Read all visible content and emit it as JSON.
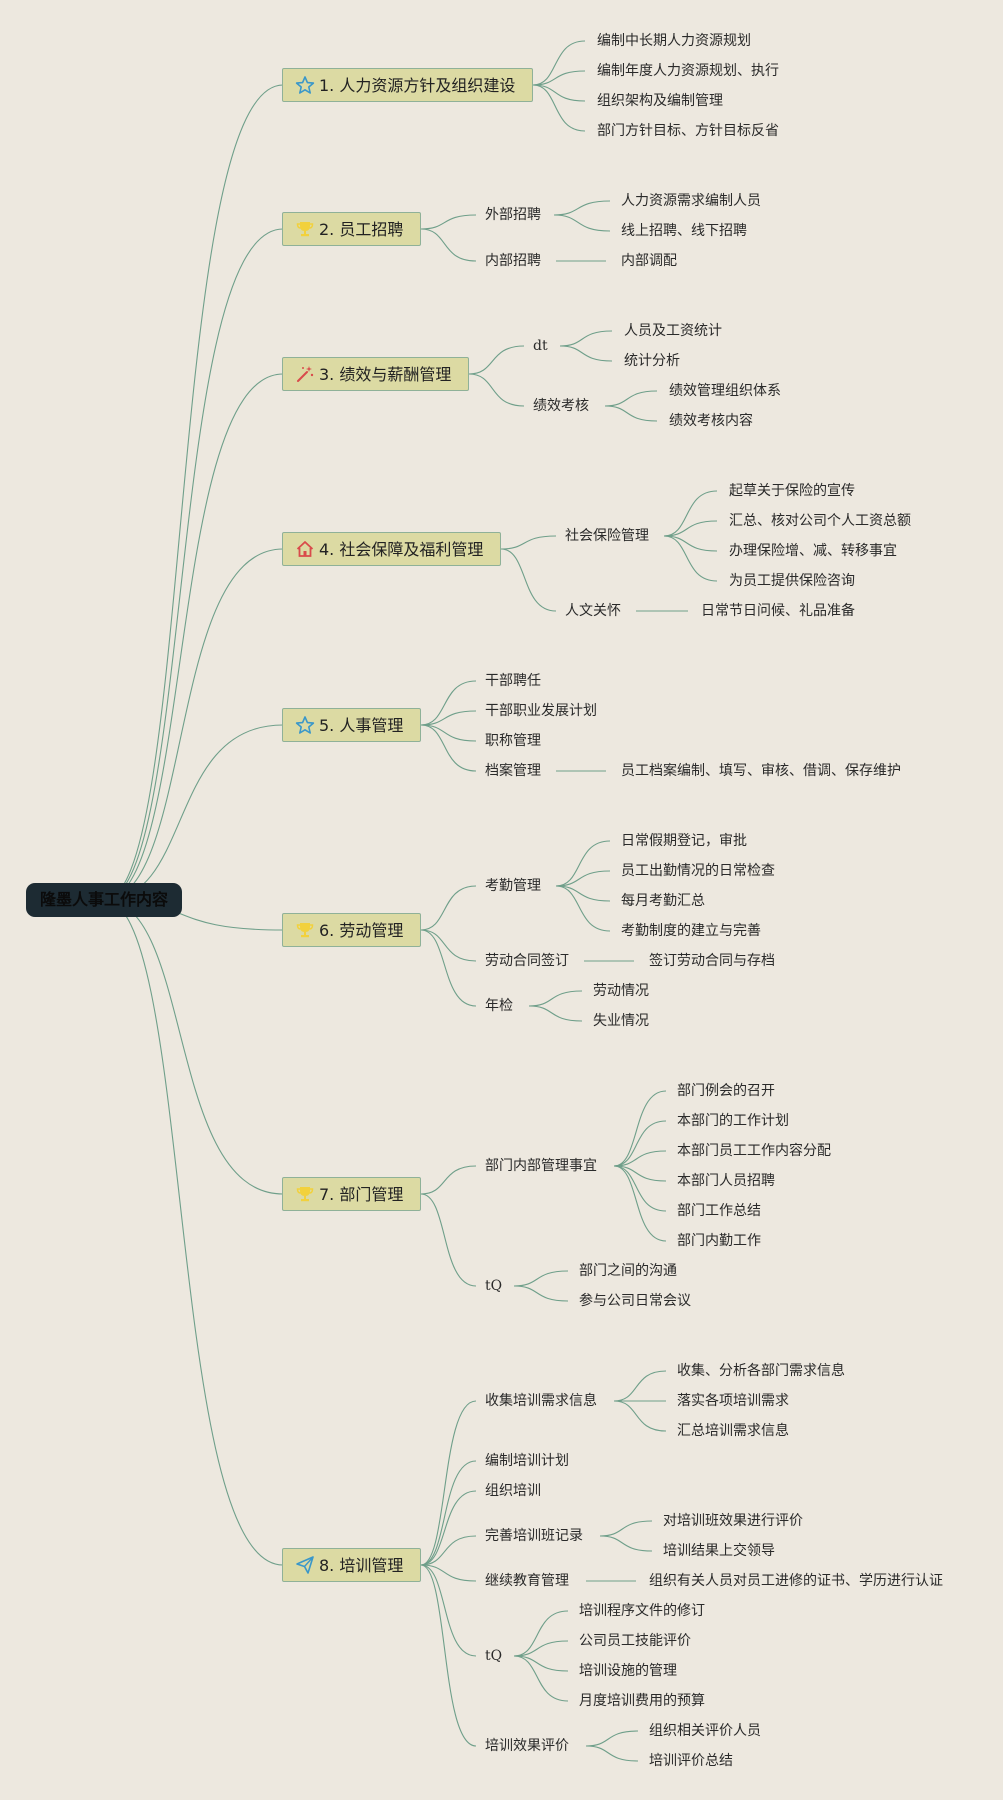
{
  "root": "隆墨人事工作内容",
  "branches": [
    {
      "label": "1. 人力资源方针及组织建设",
      "icon": "star-icon",
      "leaves": [
        "编制中长期人力资源规划",
        "编制年度人力资源规划、执行",
        "组织架构及编制管理",
        "部门方针目标、方针目标反省"
      ]
    },
    {
      "label": "2. 员工招聘",
      "icon": "trophy-icon",
      "subs": [
        {
          "label": "外部招聘",
          "leaves": [
            "人力资源需求编制人员",
            "线上招聘、线下招聘"
          ]
        },
        {
          "label": "内部招聘",
          "leaves": [
            "内部调配"
          ]
        }
      ]
    },
    {
      "label": "3. 绩效与薪酬管理",
      "icon": "magic-wand-icon",
      "subs": [
        {
          "label": "dt",
          "leaves": [
            "人员及工资统计",
            "统计分析"
          ]
        },
        {
          "label": "绩效考核",
          "leaves": [
            "绩效管理组织体系",
            "绩效考核内容"
          ]
        }
      ]
    },
    {
      "label": "4. 社会保障及福利管理",
      "icon": "home-icon",
      "subs": [
        {
          "label": "社会保险管理",
          "leaves": [
            "起草关于保险的宣传",
            "汇总、核对公司个人工资总额",
            "办理保险增、减、转移事宜",
            "为员工提供保险咨询"
          ]
        },
        {
          "label": "人文关怀",
          "leaves": [
            "日常节日问候、礼品准备"
          ]
        }
      ]
    },
    {
      "label": "5. 人事管理",
      "icon": "star-icon",
      "subs": [
        {
          "label": "干部聘任",
          "leaves": []
        },
        {
          "label": "干部职业发展计划",
          "leaves": []
        },
        {
          "label": "职称管理",
          "leaves": []
        },
        {
          "label": "档案管理",
          "leaves": [
            "员工档案编制、填写、审核、借调、保存维护"
          ]
        }
      ]
    },
    {
      "label": "6. 劳动管理",
      "icon": "trophy-icon",
      "subs": [
        {
          "label": "考勤管理",
          "leaves": [
            "日常假期登记，审批",
            "员工出勤情况的日常检查",
            "每月考勤汇总",
            "考勤制度的建立与完善"
          ]
        },
        {
          "label": "劳动合同签订",
          "leaves": [
            "签订劳动合同与存档"
          ]
        },
        {
          "label": "年检",
          "leaves": [
            "劳动情况",
            "失业情况"
          ]
        }
      ]
    },
    {
      "label": "7. 部门管理",
      "icon": "trophy-icon",
      "subs": [
        {
          "label": "部门内部管理事宜",
          "leaves": [
            "部门例会的召开",
            "本部门的工作计划",
            "本部门员工工作内容分配",
            "本部门人员招聘",
            "部门工作总结",
            "部门内勤工作"
          ]
        },
        {
          "label": "tQ",
          "leaves": [
            "部门之间的沟通",
            "参与公司日常会议"
          ]
        }
      ]
    },
    {
      "label": "8. 培训管理",
      "icon": "paper-plane-icon",
      "subs": [
        {
          "label": "收集培训需求信息",
          "leaves": [
            "收集、分析各部门需求信息",
            "落实各项培训需求",
            "汇总培训需求信息"
          ]
        },
        {
          "label": "编制培训计划",
          "leaves": []
        },
        {
          "label": "组织培训",
          "leaves": []
        },
        {
          "label": "完善培训班记录",
          "leaves": [
            "对培训班效果进行评价",
            "培训结果上交领导"
          ]
        },
        {
          "label": "继续教育管理",
          "leaves": [
            "组织有关人员对员工进修的证书、学历进行认证"
          ]
        },
        {
          "label": "tQ",
          "leaves": [
            "培训程序文件的修订",
            "公司员工技能评价",
            "培训设施的管理",
            "月度培训费用的预算"
          ]
        },
        {
          "label": "培训效果评价",
          "leaves": [
            "组织相关评价人员",
            "培训评价总结"
          ]
        }
      ]
    }
  ],
  "colors": {
    "background": "#ede8df",
    "line": "#6f9f8a",
    "node_fill": "#dcdaa3",
    "root_fill": "#1d2b33"
  }
}
